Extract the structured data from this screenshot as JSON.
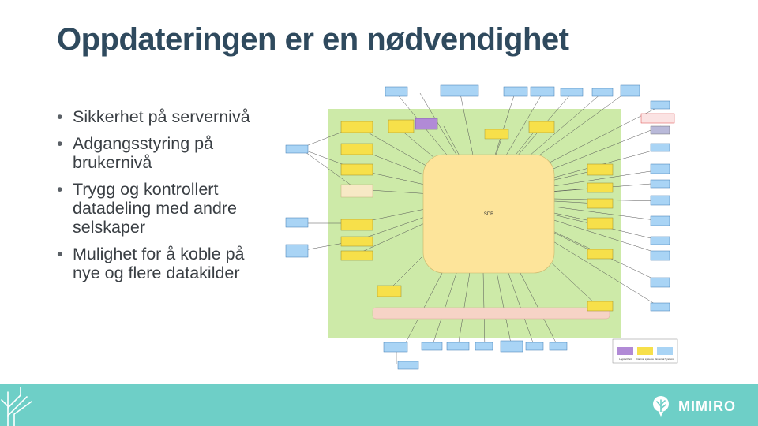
{
  "slide": {
    "title": "Oppdateringen er en nødvendighet",
    "bullets": [
      "Sikkerhet på servernivå",
      "Adgangsstyring på brukernivå",
      "Trygg og kontrollert datadeling med andre selskaper",
      "Mulighet for å koble på nye og flere datakilder"
    ]
  },
  "diagram": {
    "center_label": "SDB",
    "colors": {
      "green_area": "#cdeaa8",
      "center": "#fde49a",
      "yellow_node": "#f7e04a",
      "blue_node": "#a9d4f5",
      "purple_node": "#b18ad6",
      "red_node": "#f3a6a6",
      "pink_band": "#f6d3c6",
      "edge": "#555555"
    },
    "legend": [
      "Logical Part",
      "Internal systems",
      "External Systems"
    ]
  },
  "footer": {
    "brand": "MIMIRO",
    "color": "#6ecfc7"
  }
}
